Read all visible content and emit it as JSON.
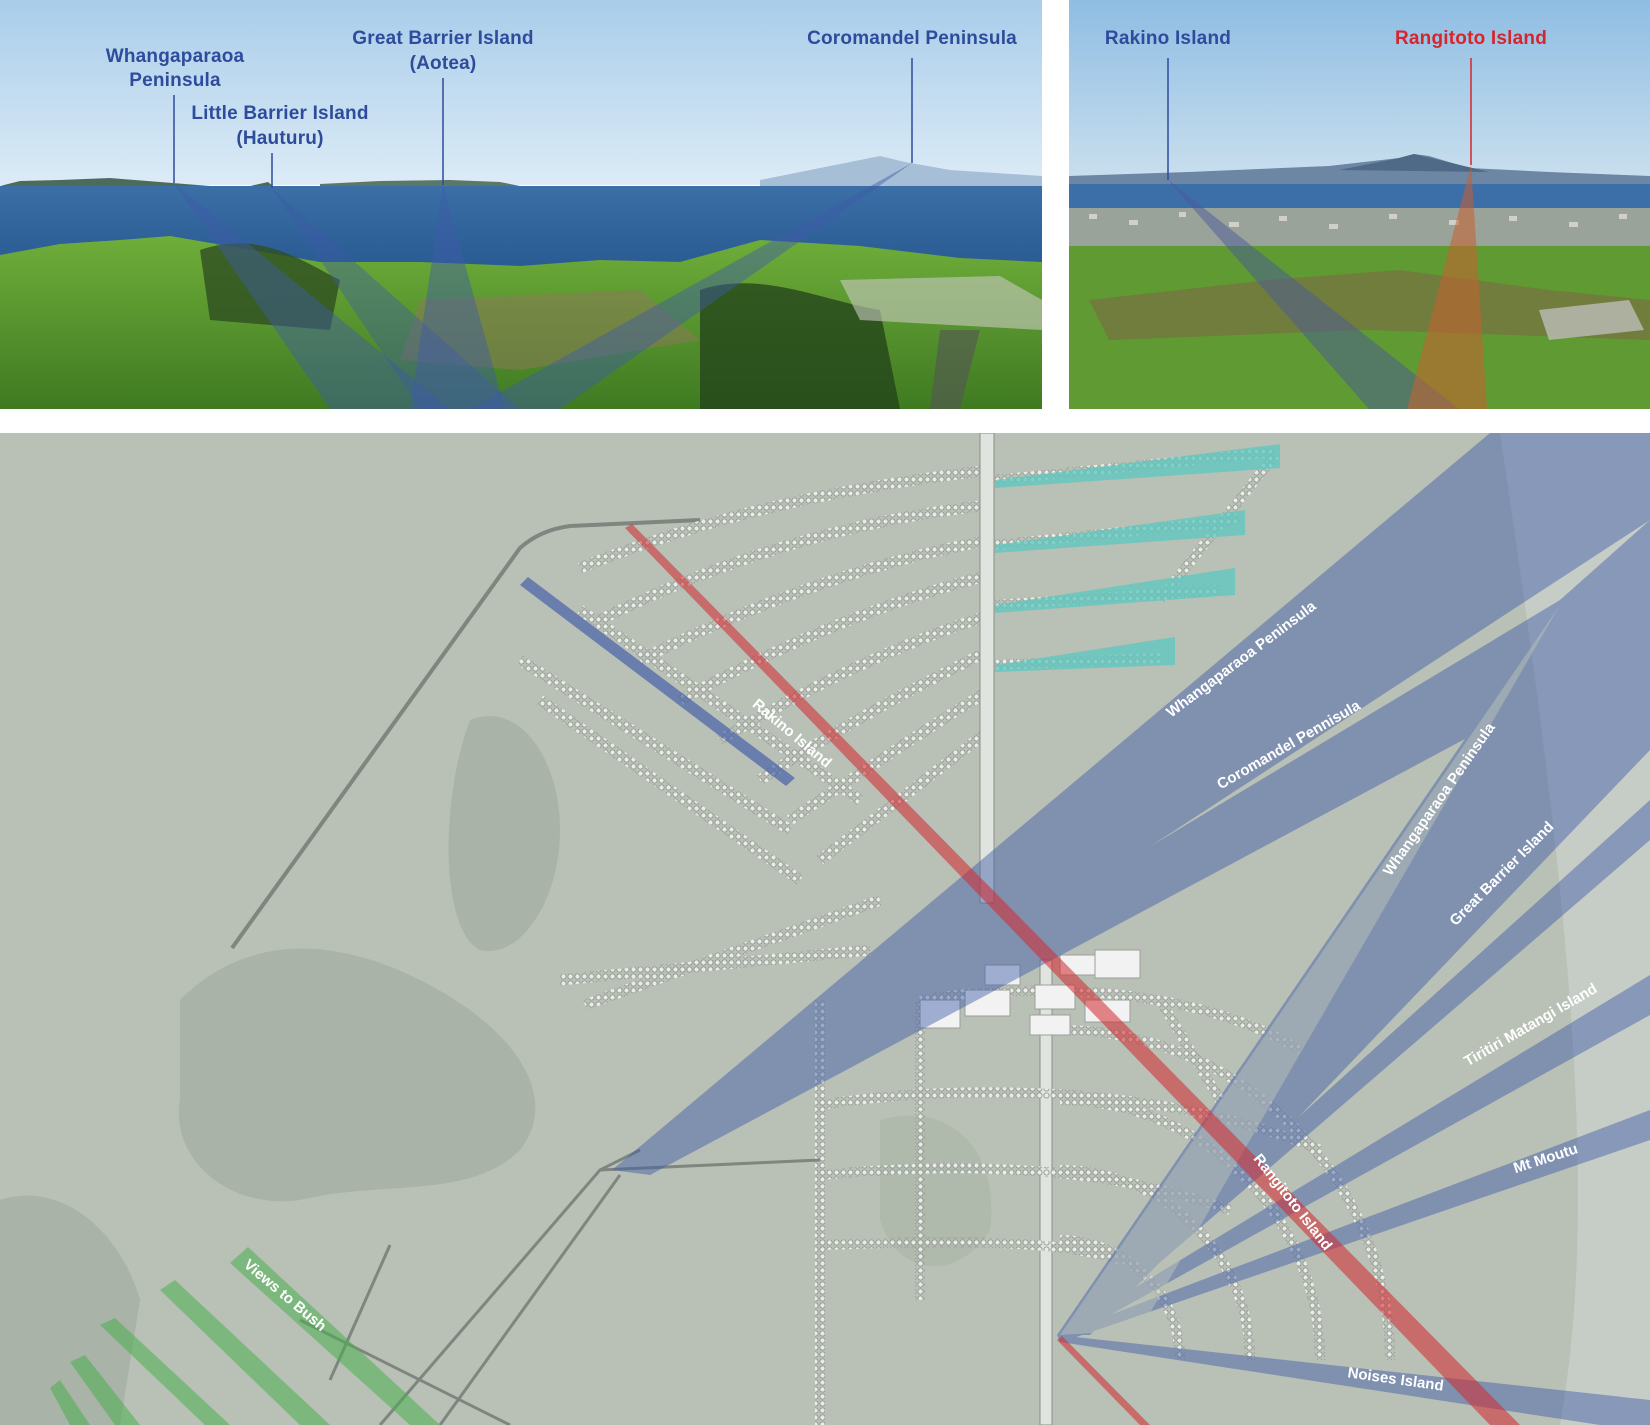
{
  "photos": {
    "left": {
      "labels": [
        {
          "id": "whangaparaoa",
          "lines": [
            "Whangaparaoa",
            "Peninsula"
          ],
          "color": "#2e4b9c"
        },
        {
          "id": "little-barrier",
          "lines": [
            "Little Barrier Island",
            "(Hauturu)"
          ],
          "color": "#2e4b9c"
        },
        {
          "id": "great-barrier",
          "lines": [
            "Great Barrier Island",
            "(Aotea)"
          ],
          "color": "#2e4b9c"
        },
        {
          "id": "coromandel",
          "lines": [
            "Coromandel Peninsula"
          ],
          "color": "#2e4b9c"
        }
      ]
    },
    "right": {
      "labels": [
        {
          "id": "rakino",
          "lines": [
            "Rakino Island"
          ],
          "color": "#2e4b9c"
        },
        {
          "id": "rangitoto",
          "lines": [
            "Rangitoto Island"
          ],
          "color": "#d4262d"
        }
      ]
    }
  },
  "map": {
    "view_corridors": [
      {
        "label": "Rakino Island",
        "color": "#3d5aa8"
      },
      {
        "label": "Whangaparaoa Peninsula",
        "color": "#3d5aa8"
      },
      {
        "label": "Coromandel Pennisula",
        "color": "#3d5aa8"
      },
      {
        "label": "Whangaparaoa Peninsula",
        "color": "#3d5aa8"
      },
      {
        "label": "Great Barrier Island",
        "color": "#3d5aa8"
      },
      {
        "label": "Tiritiri Matangi Island",
        "color": "#3d5aa8"
      },
      {
        "label": "Mt Moutu",
        "color": "#3d5aa8"
      },
      {
        "label": "Rangitoto Island",
        "color": "#d4262d"
      },
      {
        "label": "Noises Island",
        "color": "#3d5aa8"
      },
      {
        "label": "Views to Bush",
        "color": "#4caf50"
      }
    ]
  },
  "colors": {
    "view_blue": "#3d5aa8",
    "view_red": "#d4262d",
    "view_green": "#4caf50",
    "view_teal": "#5cc8c0",
    "label_blue": "#2e4b9c",
    "map_base": "#b9c0b6"
  }
}
